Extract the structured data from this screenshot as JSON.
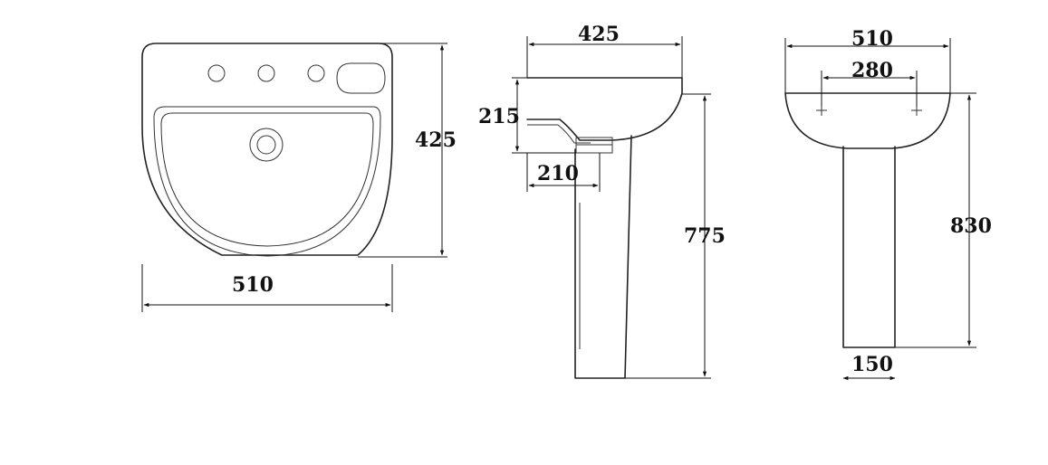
{
  "top_view": {
    "width_label": "510",
    "depth_label": "425"
  },
  "side_view": {
    "depth_label": "425",
    "basin_height_label": "215",
    "back_offset_label": "210",
    "total_height_label": "775"
  },
  "front_view": {
    "width_label": "510",
    "tap_spacing_label": "280",
    "total_height_label": "830",
    "pedestal_width_label": "150"
  },
  "colors": {
    "line": "#222222",
    "background": "#ffffff"
  }
}
